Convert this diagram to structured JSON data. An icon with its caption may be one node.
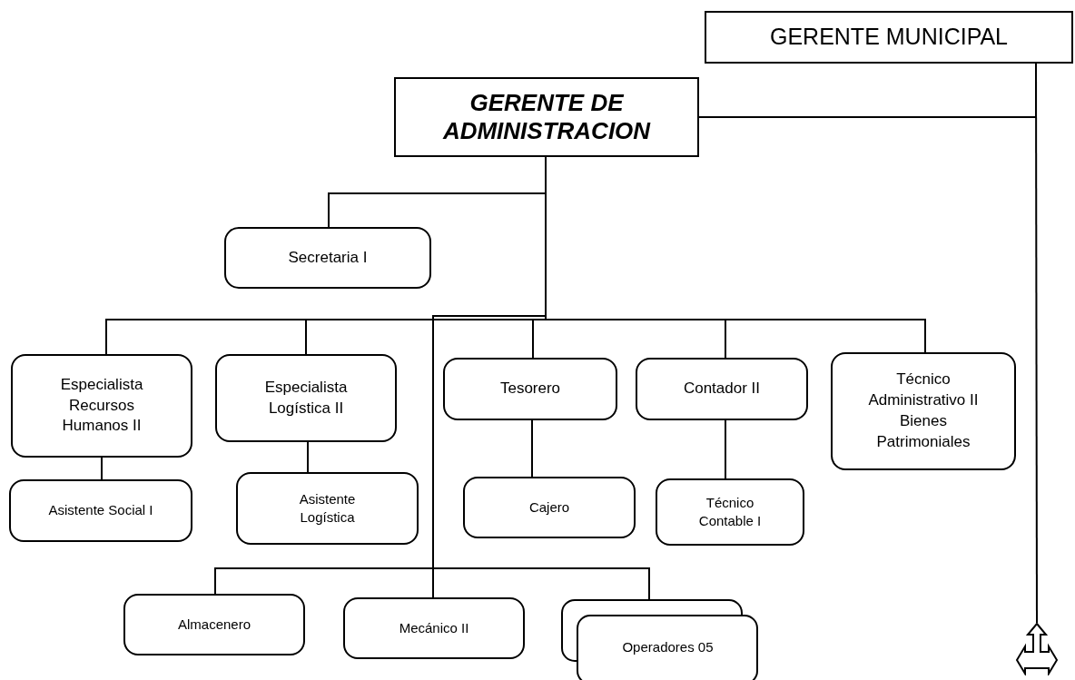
{
  "diagram": {
    "nodes": [
      {
        "text": [
          "GERENTE MUNICIPAL"
        ]
      },
      {
        "text": [
          "GERENTE DE ADMINISTRACION"
        ]
      },
      {
        "text": [
          "Secretaria I"
        ]
      },
      {
        "text": [
          "Especialista Recursos Humanos II"
        ]
      },
      {
        "text": [
          "Especialista Logística II"
        ]
      },
      {
        "text": [
          "Tesorero"
        ]
      },
      {
        "text": [
          "Contador II"
        ]
      },
      {
        "text": [
          "Técnico Administrativo II Bienes Patrimoniales"
        ]
      },
      {
        "text": [
          "Asistente Social I"
        ]
      },
      {
        "text": [
          "Asistente Logística"
        ]
      },
      {
        "text": [
          "Cajero"
        ]
      },
      {
        "text": [
          "Técnico Contable I"
        ]
      },
      {
        "text": [
          "Almacenero"
        ]
      },
      {
        "text": [
          "Mecánico II"
        ]
      },
      {
        "text": [
          "Operadores 05"
        ]
      },
      {
        "text": [],
        "shape": "arrow"
      }
    ],
    "edges": [
      {
        "from": 0,
        "to": 1,
        "arrow": "none"
      },
      {
        "from": 0,
        "to": 15,
        "arrow": "none"
      },
      {
        "from": 1,
        "to": 2,
        "arrow": "none"
      },
      {
        "from": 1,
        "to": 3,
        "arrow": "none"
      },
      {
        "from": 1,
        "to": 4,
        "arrow": "none"
      },
      {
        "from": 1,
        "to": 5,
        "arrow": "none"
      },
      {
        "from": 1,
        "to": 6,
        "arrow": "none"
      },
      {
        "from": 1,
        "to": 7,
        "arrow": "none"
      },
      {
        "from": 3,
        "to": 8,
        "arrow": "none"
      },
      {
        "from": 4,
        "to": 9,
        "arrow": "none"
      },
      {
        "from": 5,
        "to": 10,
        "arrow": "none"
      },
      {
        "from": 6,
        "to": 11,
        "arrow": "none"
      },
      {
        "from": 1,
        "to": 12,
        "arrow": "none"
      },
      {
        "from": 1,
        "to": 13,
        "arrow": "none"
      },
      {
        "from": 1,
        "to": 14,
        "arrow": "none"
      }
    ]
  }
}
